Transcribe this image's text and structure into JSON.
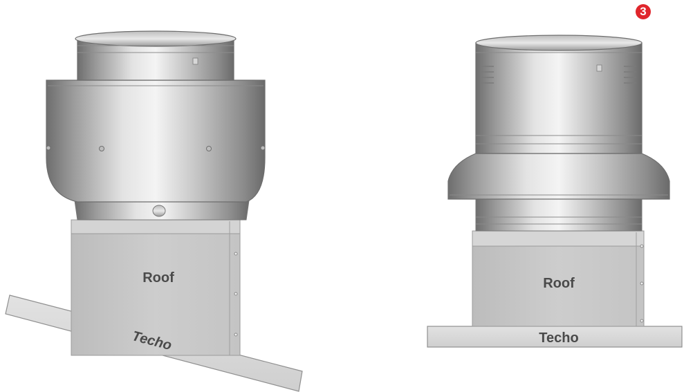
{
  "step_badge": "3",
  "left_fan": {
    "curb_label": "Roof",
    "deck_label": "Techo"
  },
  "right_fan": {
    "curb_label": "Roof",
    "deck_label": "Techo"
  },
  "colors": {
    "badge": "#e0262c",
    "curb": "#c8c8c8",
    "deck": "#d2d2d2",
    "metal_light": "#eeeeee",
    "metal_dark": "#7f7f7f",
    "label_text": "#4a4a4a"
  }
}
